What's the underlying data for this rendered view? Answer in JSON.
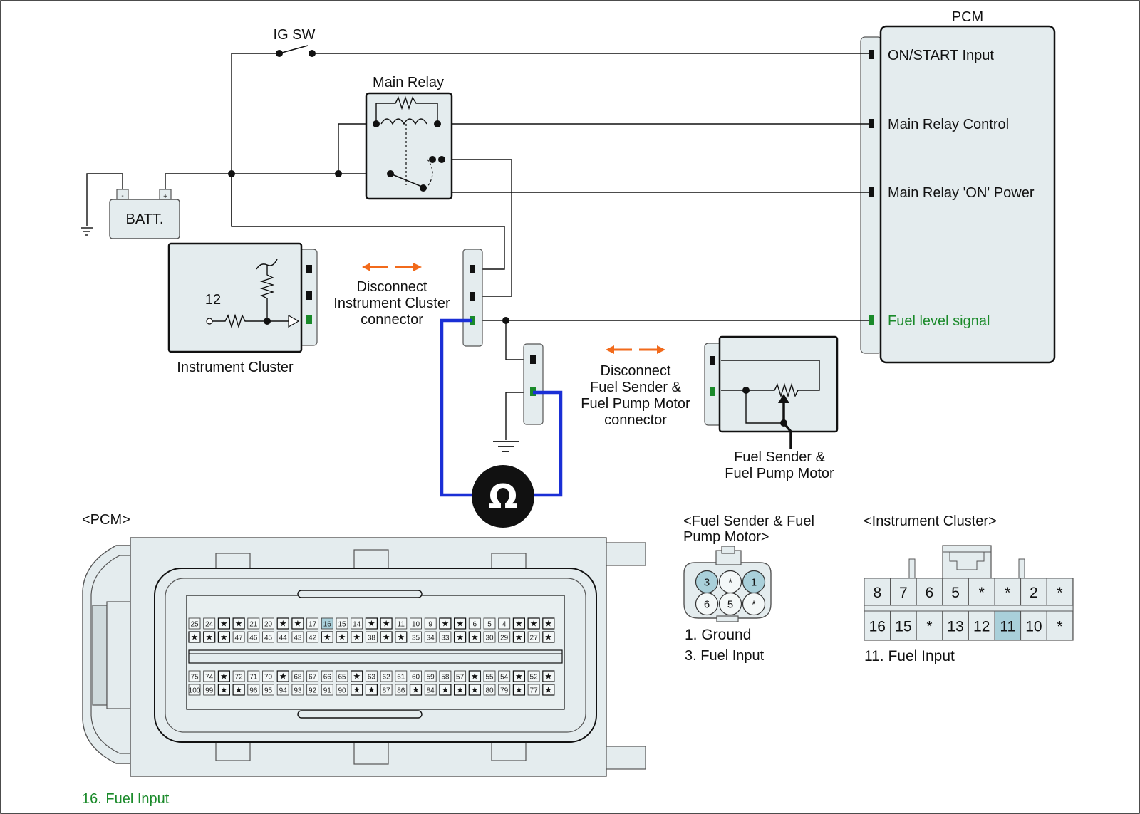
{
  "colors": {
    "box_fill": "#e4ecee",
    "signal_green": "#1a8a2a",
    "highlight_blue": "#a9d0da",
    "arrow_orange": "#f26a1b",
    "meter_wire_blue": "#1a2fd6",
    "black": "#111111"
  },
  "schematic": {
    "ig_sw": "IG SW",
    "main_relay": "Main Relay",
    "battery": "BATT.",
    "battery_minus": "-",
    "battery_plus": "+",
    "pcm_title": "PCM",
    "pcm_pins": [
      {
        "label": "ON/START Input",
        "signal": false
      },
      {
        "label": "Main Relay Control",
        "signal": false
      },
      {
        "label": "Main Relay 'ON' Power",
        "signal": false
      },
      {
        "label": "Fuel level signal",
        "signal": true
      }
    ],
    "instrument_cluster": "Instrument Cluster",
    "cluster_pin_number": "12",
    "disconnect_cluster": [
      "Disconnect",
      "Instrument Cluster",
      "connector"
    ],
    "disconnect_sender": [
      "Disconnect",
      "Fuel Sender &",
      "Fuel Pump Motor",
      "connector"
    ],
    "fuel_sender": [
      "Fuel Sender &",
      "Fuel Pump Motor"
    ],
    "ohmmeter_symbol": "Ω"
  },
  "pcm_connector": {
    "title": "<PCM>",
    "rows": [
      [
        "25",
        "24",
        "★",
        "★",
        "21",
        "20",
        "★",
        "★",
        "17",
        "16",
        "15",
        "14",
        "★",
        "★",
        "11",
        "10",
        "9",
        "★",
        "★",
        "6",
        "5",
        "4",
        "★",
        "★",
        "★"
      ],
      [
        "★",
        "★",
        "★",
        "47",
        "46",
        "45",
        "44",
        "43",
        "42",
        "★",
        "★",
        "★",
        "38",
        "★",
        "★",
        "35",
        "34",
        "33",
        "★",
        "★",
        "30",
        "29",
        "★",
        "27",
        "★"
      ],
      [
        "75",
        "74",
        "★",
        "72",
        "71",
        "70",
        "★",
        "68",
        "67",
        "66",
        "65",
        "★",
        "63",
        "62",
        "61",
        "60",
        "59",
        "58",
        "57",
        "★",
        "55",
        "54",
        "★",
        "52",
        "★"
      ],
      [
        "100",
        "99",
        "★",
        "★",
        "96",
        "95",
        "94",
        "93",
        "92",
        "91",
        "90",
        "★",
        "★",
        "87",
        "86",
        "★",
        "84",
        "★",
        "★",
        "★",
        "80",
        "79",
        "★",
        "77",
        "★"
      ]
    ],
    "highlighted_pin": "16",
    "note": "16. Fuel Input"
  },
  "fuel_sender_connector": {
    "title_lines": [
      "<Fuel Sender & Fuel",
      "Pump Motor>"
    ],
    "top_row": [
      "3",
      "*",
      "1"
    ],
    "bottom_row": [
      "6",
      "5",
      "*"
    ],
    "highlighted_pins": [
      "3",
      "1"
    ],
    "notes": [
      {
        "text": "1. Ground",
        "green": true
      },
      {
        "text": "3. Fuel Input",
        "green": false
      }
    ]
  },
  "cluster_connector": {
    "title": "<Instrument Cluster>",
    "top_row": [
      "8",
      "7",
      "6",
      "5",
      "*",
      "*",
      "2",
      "*"
    ],
    "bottom_row": [
      "16",
      "15",
      "*",
      "13",
      "12",
      "11",
      "10",
      "*"
    ],
    "highlighted_pin": "11",
    "note": "11. Fuel Input"
  }
}
